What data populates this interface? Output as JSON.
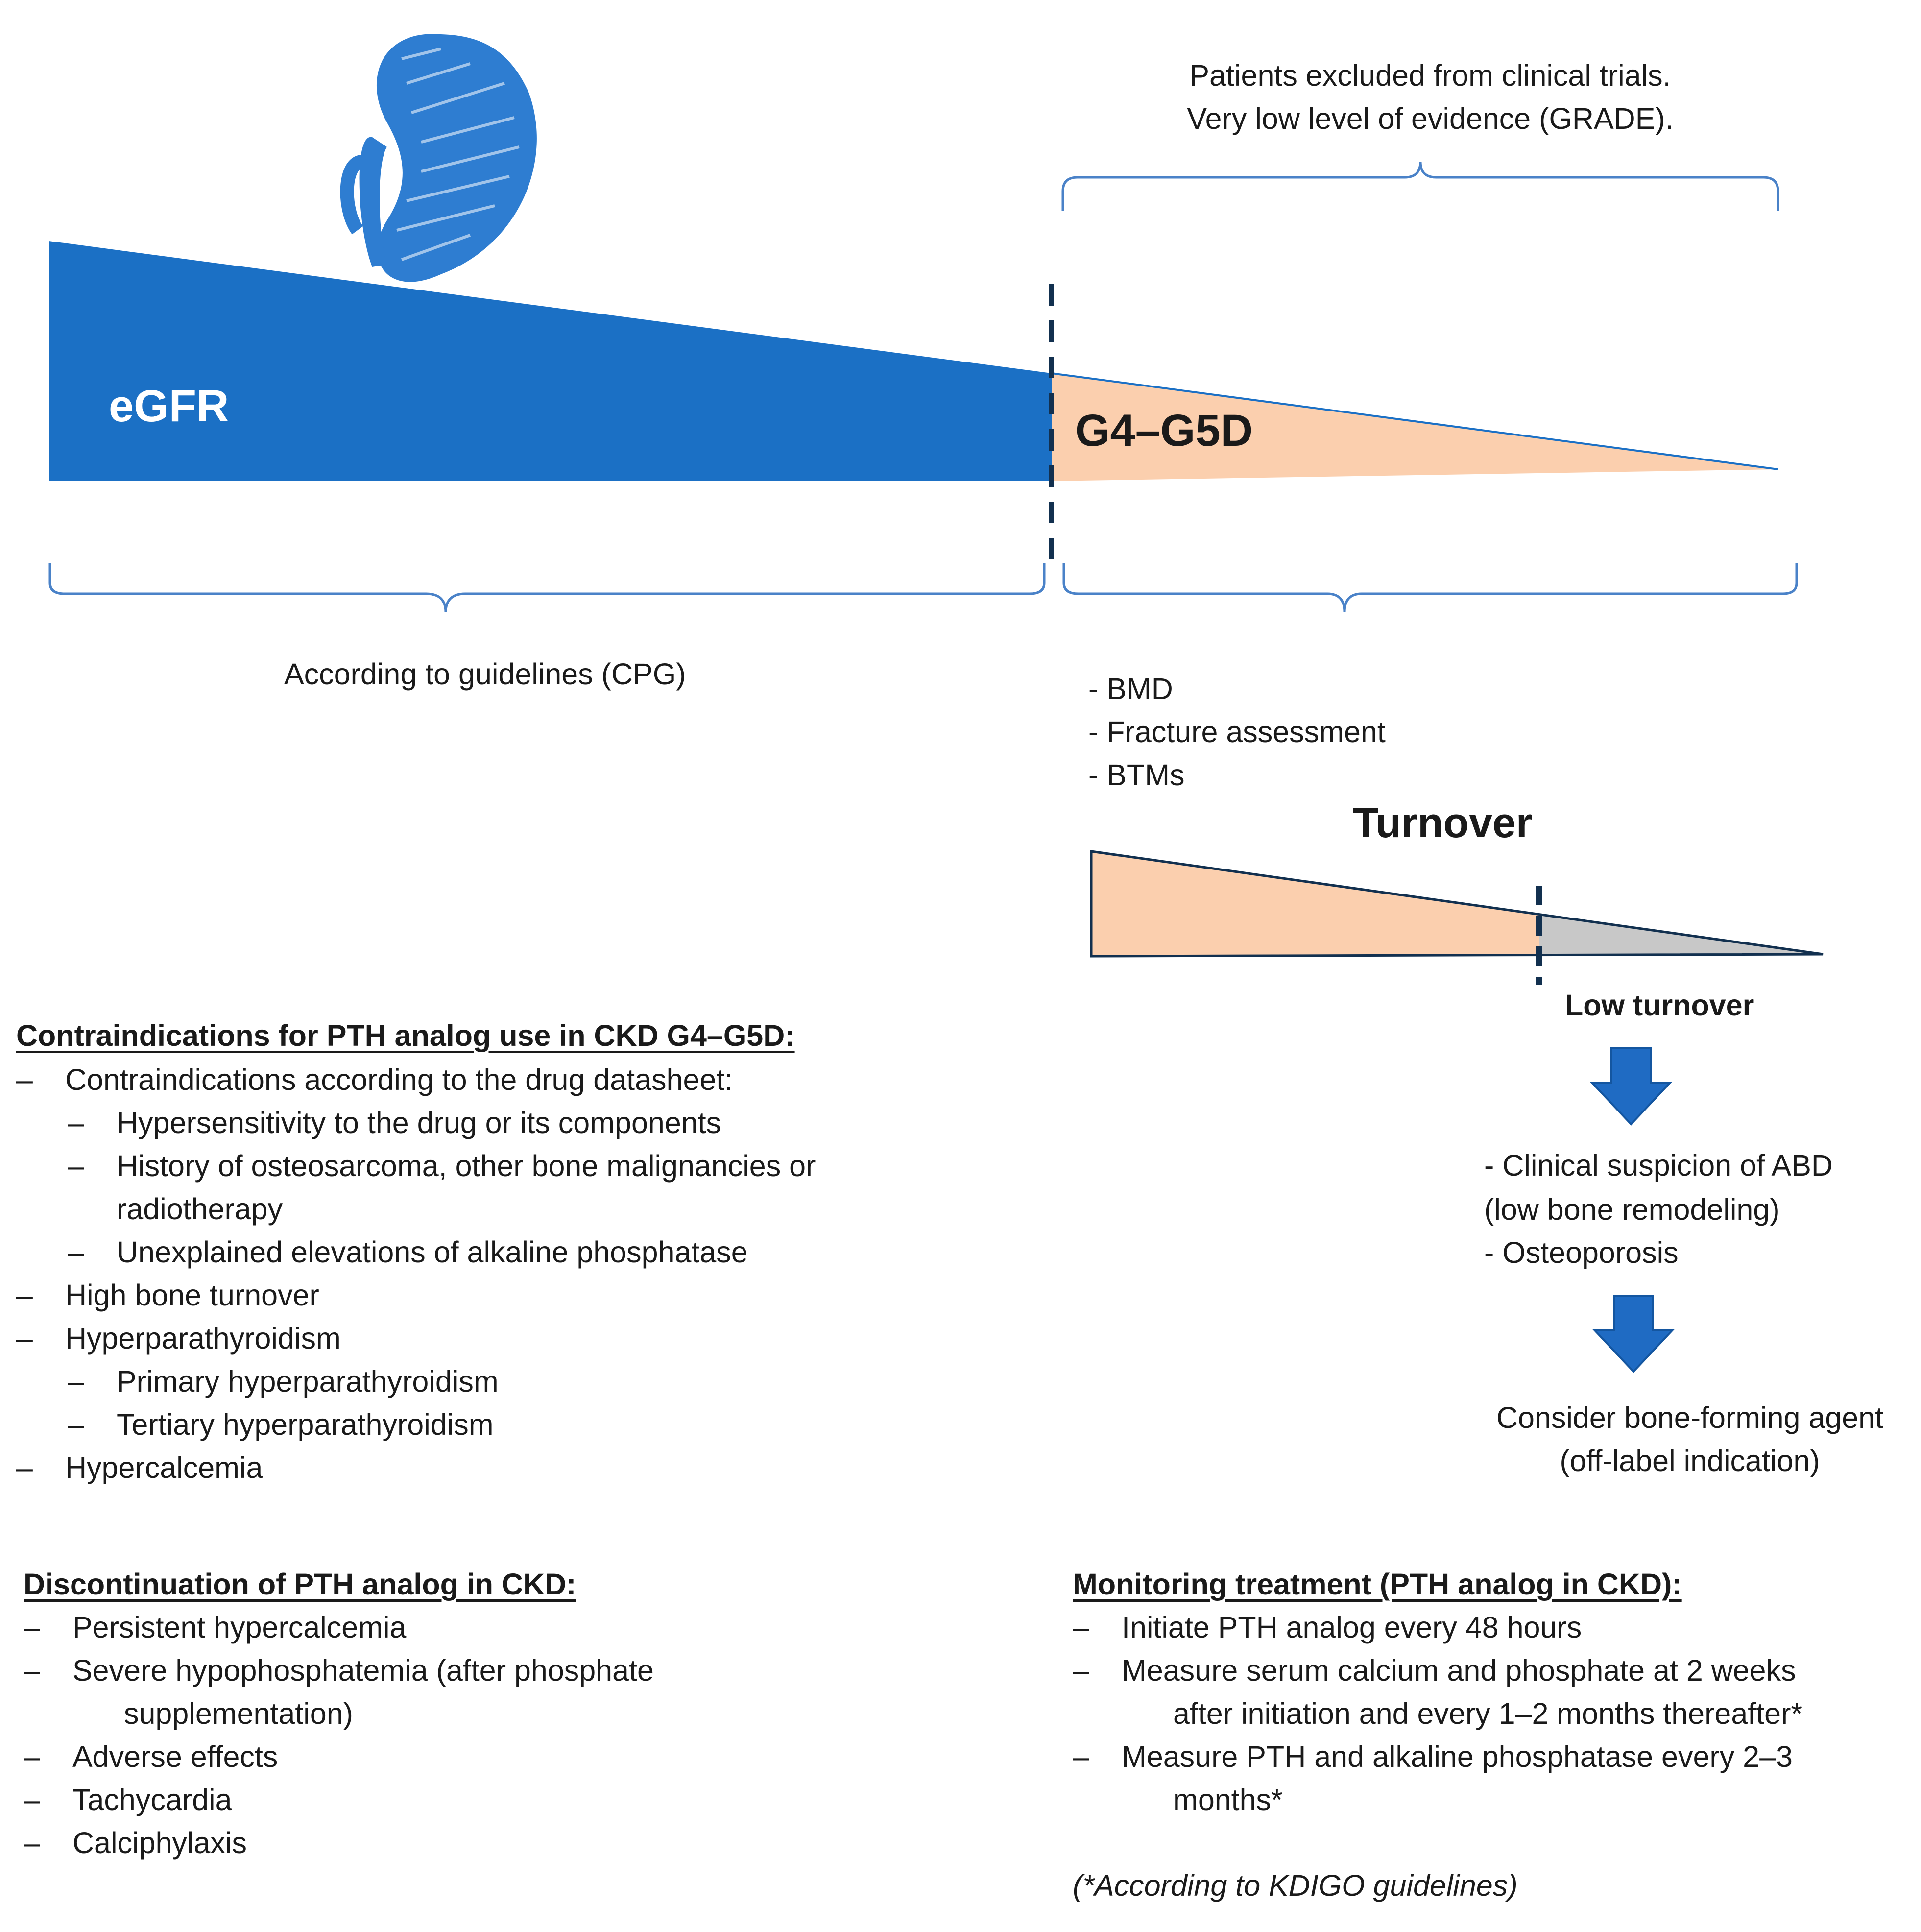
{
  "figure": {
    "egfr_label": "eGFR",
    "stage_label": "G4–G5D",
    "top_bracket_lines": [
      "Patients excluded from clinical trials.",
      "Very low level of evidence (GRADE)."
    ],
    "left_bracket_label": "According to guidelines (CPG)",
    "assessments": [
      "- BMD",
      "- Fracture assessment",
      "- BTMs"
    ],
    "turnover_title": "Turnover",
    "low_turnover_label": "Low turnover",
    "suspicion_lines": [
      "- Clinical suspicion of ABD",
      "(low bone remodeling)",
      "- Osteoporosis"
    ],
    "consider_lines": [
      "Consider bone-forming agent",
      "(off-label indication)"
    ],
    "colors": {
      "egfr_blue": "#1B70C5",
      "stage_peach": "#FBCFAE",
      "low_grey": "#C8C8C8",
      "dashed_navy": "#12304F",
      "arrow_blue": "#1F6BC3",
      "bracket_blue": "#4A82C8"
    }
  },
  "contraindications": {
    "title": "Contraindications for PTH analog use in CKD G4–G5D:",
    "items": [
      {
        "level": 1,
        "text": "Contraindications according to the drug datasheet:"
      },
      {
        "level": 2,
        "text": "Hypersensitivity to the drug or its components"
      },
      {
        "level": 2,
        "text": "History of osteosarcoma, other bone malignancies or"
      },
      {
        "level": 3,
        "text": "radiotherapy"
      },
      {
        "level": 2,
        "text": "Unexplained elevations of alkaline phosphatase"
      },
      {
        "level": 1,
        "text": "High bone turnover"
      },
      {
        "level": 1,
        "text": "Hyperparathyroidism"
      },
      {
        "level": 2,
        "text": "Primary hyperparathyroidism"
      },
      {
        "level": 2,
        "text": "Tertiary hyperparathyroidism"
      },
      {
        "level": 1,
        "text": "Hypercalcemia"
      }
    ]
  },
  "discontinuation": {
    "title": "Discontinuation of PTH analog in CKD:",
    "items": [
      {
        "level": 1,
        "text": "Persistent hypercalcemia"
      },
      {
        "level": 1,
        "text": "Severe hypophosphatemia (after phosphate"
      },
      {
        "level": 3,
        "text": "supplementation)"
      },
      {
        "level": 1,
        "text": "Adverse effects"
      },
      {
        "level": 1,
        "text": "Tachycardia"
      },
      {
        "level": 1,
        "text": "Calciphylaxis"
      }
    ]
  },
  "monitoring": {
    "title": "Monitoring treatment (PTH analog in CKD):",
    "items": [
      {
        "level": 1,
        "text": "Initiate PTH analog every 48 hours"
      },
      {
        "level": 1,
        "text": "Measure serum calcium and phosphate at 2 weeks"
      },
      {
        "level": 3,
        "text": "after initiation and every 1–2 months thereafter*"
      },
      {
        "level": 1,
        "text": "Measure PTH and alkaline phosphatase every 2–3"
      },
      {
        "level": 3,
        "text": "months*"
      }
    ],
    "footnote": "(*According to KDIGO guidelines)"
  }
}
